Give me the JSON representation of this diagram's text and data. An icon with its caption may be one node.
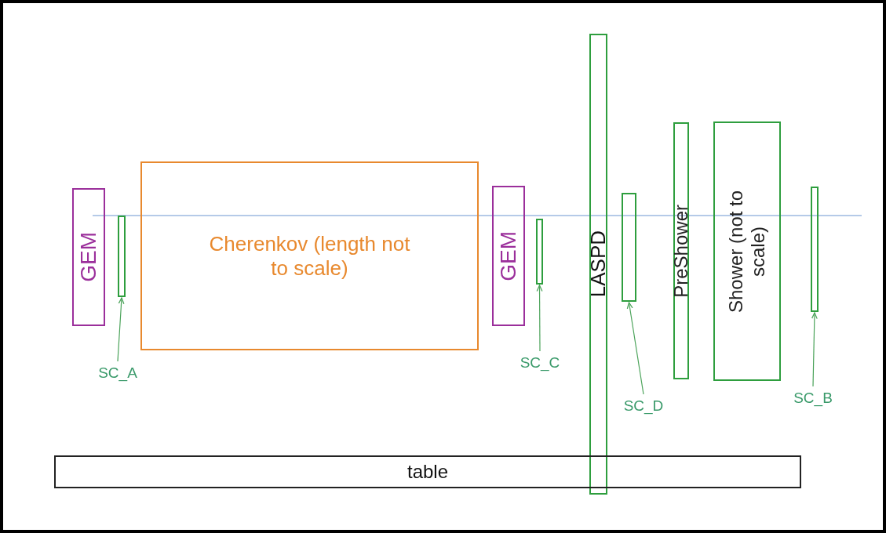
{
  "diagram": {
    "nodes": [
      {
        "text": [
          "GEM"
        ]
      },
      {
        "text": [],
        "shape": "bar"
      },
      {
        "text": [
          "Cherenkov (length not to scale)"
        ]
      },
      {
        "text": [
          "GEM"
        ]
      },
      {
        "text": [],
        "shape": "bar"
      },
      {
        "text": [
          "LASPD"
        ]
      },
      {
        "text": [],
        "shape": "bar"
      },
      {
        "text": [
          "PreShower"
        ]
      },
      {
        "text": [
          "Shower (not to scale)"
        ]
      },
      {
        "text": [],
        "shape": "bar"
      },
      {
        "text": [
          "table"
        ]
      },
      {
        "text": [
          "SC_A"
        ]
      },
      {
        "text": [
          "SC_C"
        ]
      },
      {
        "text": [
          "SC_D"
        ]
      },
      {
        "text": [
          "SC_B"
        ]
      }
    ],
    "edges": [
      {
        "from": 11,
        "to": 1,
        "arrow": "to"
      },
      {
        "from": 12,
        "to": 4,
        "arrow": "to"
      },
      {
        "from": 13,
        "to": 6,
        "arrow": "to"
      },
      {
        "from": 14,
        "to": 9,
        "arrow": "to"
      }
    ]
  }
}
